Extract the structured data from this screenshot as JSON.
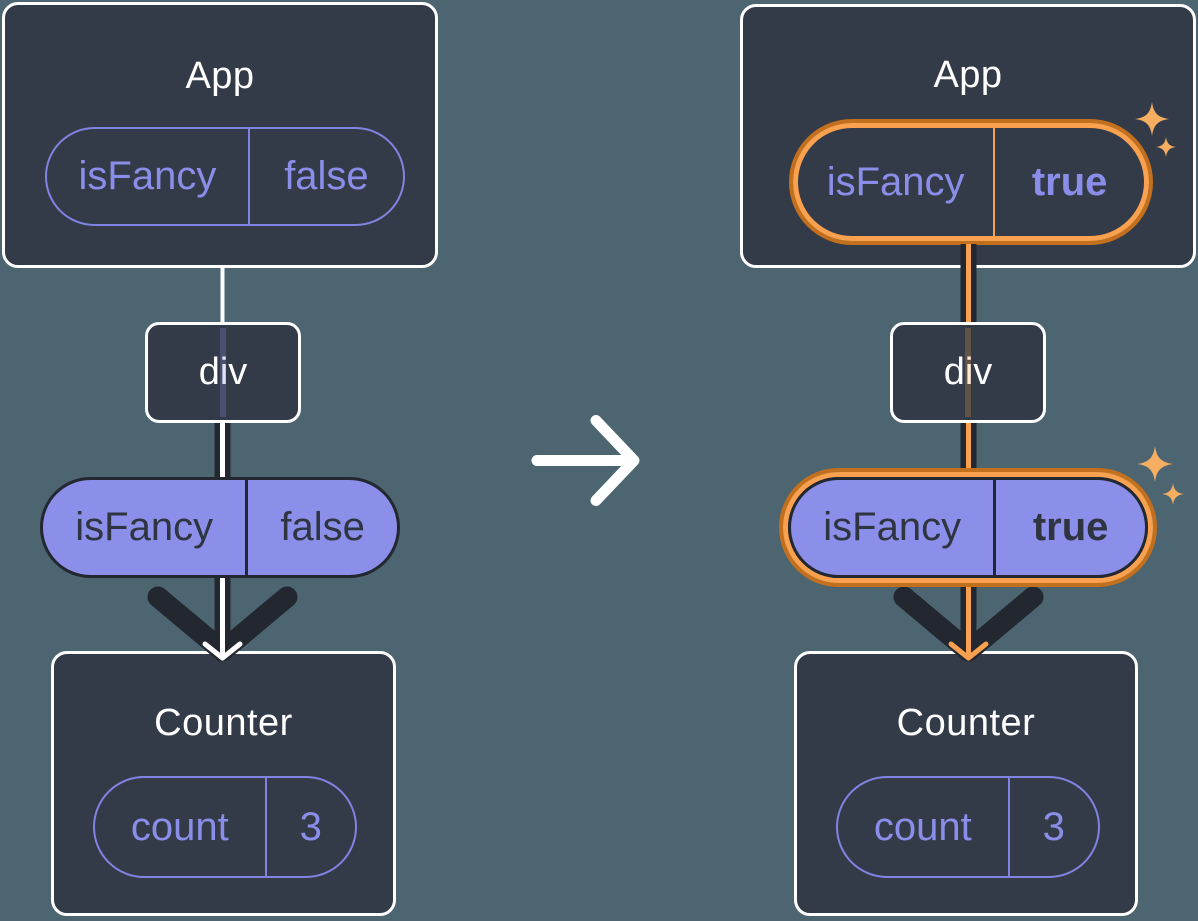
{
  "colors": {
    "bg": "#4C6570",
    "card": "#343B48",
    "dark": "#23272F",
    "white": "#FFFFFF",
    "purple": "#8083E2",
    "purple_text": "#8A8EE9",
    "lavender": "#8B8FE9",
    "lavender_text": "#2F3540",
    "orange_dark": "#C2701D",
    "orange_light": "#F9A14E",
    "sparkle": "#F5AE62"
  },
  "left": {
    "app": {
      "title": "App",
      "state": {
        "key": "isFancy",
        "value": "false"
      }
    },
    "div": {
      "label": "div"
    },
    "prop": {
      "key": "isFancy",
      "value": "false"
    },
    "counter": {
      "title": "Counter",
      "state": {
        "key": "count",
        "value": "3"
      }
    }
  },
  "right": {
    "app": {
      "title": "App",
      "state": {
        "key": "isFancy",
        "value": "true"
      }
    },
    "div": {
      "label": "div"
    },
    "prop": {
      "key": "isFancy",
      "value": "true"
    },
    "counter": {
      "title": "Counter",
      "state": {
        "key": "count",
        "value": "3"
      }
    }
  }
}
